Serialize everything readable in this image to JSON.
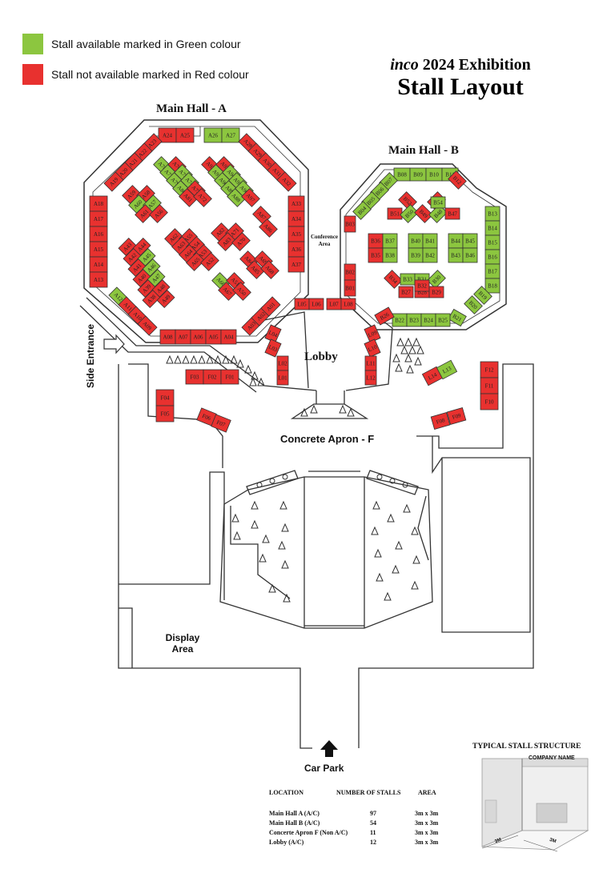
{
  "legend": [
    {
      "text": "Stall available marked in Green colour",
      "color": "#8cc63f"
    },
    {
      "text": "Stall not available marked in Red colour",
      "color": "#e8312f"
    }
  ],
  "title": {
    "brand": "inco",
    "year_text": "2024 Exhibition",
    "main": "Stall Layout"
  },
  "labels": {
    "hall_a": "Main Hall - A",
    "hall_b": "Main Hall - B",
    "conference": "Conference",
    "conference2": "Area",
    "lobby": "Lobby",
    "side_entrance": "Side Entrance",
    "apron": "Concrete Apron - F",
    "display": "Display",
    "display2": "Area",
    "car_park": "Car Park"
  },
  "colors": {
    "available": "#8cc63f",
    "unavailable": "#e8312f",
    "stroke": "#333333"
  },
  "stalls": [
    {
      "id": "A24",
      "s": "r"
    },
    {
      "id": "A25",
      "s": "r"
    },
    {
      "id": "A26",
      "s": "g"
    },
    {
      "id": "A27",
      "s": "g"
    },
    {
      "id": "A23",
      "s": "r"
    },
    {
      "id": "A22",
      "s": "r"
    },
    {
      "id": "A21",
      "s": "r"
    },
    {
      "id": "A20",
      "s": "r"
    },
    {
      "id": "A19",
      "s": "r"
    },
    {
      "id": "A28",
      "s": "r"
    },
    {
      "id": "A29",
      "s": "r"
    },
    {
      "id": "A30",
      "s": "r"
    },
    {
      "id": "A31",
      "s": "r"
    },
    {
      "id": "A32",
      "s": "r"
    },
    {
      "id": "A18",
      "s": "r"
    },
    {
      "id": "A17",
      "s": "r"
    },
    {
      "id": "A16",
      "s": "r"
    },
    {
      "id": "A15",
      "s": "r"
    },
    {
      "id": "A14",
      "s": "r"
    },
    {
      "id": "A13",
      "s": "r"
    },
    {
      "id": "A33",
      "s": "r"
    },
    {
      "id": "A34",
      "s": "r"
    },
    {
      "id": "A35",
      "s": "r"
    },
    {
      "id": "A36",
      "s": "r"
    },
    {
      "id": "A37",
      "s": "r"
    },
    {
      "id": "A12",
      "s": "g"
    },
    {
      "id": "A11",
      "s": "r"
    },
    {
      "id": "A10",
      "s": "r"
    },
    {
      "id": "A09",
      "s": "r"
    },
    {
      "id": "A08",
      "s": "r"
    },
    {
      "id": "A07",
      "s": "r"
    },
    {
      "id": "A06",
      "s": "r"
    },
    {
      "id": "A05",
      "s": "r"
    },
    {
      "id": "A04",
      "s": "r"
    },
    {
      "id": "A03",
      "s": "r"
    },
    {
      "id": "A02",
      "s": "r"
    },
    {
      "id": "A01",
      "s": "r"
    },
    {
      "id": "A78",
      "s": "g"
    },
    {
      "id": "A76",
      "s": "r"
    },
    {
      "id": "A77",
      "s": "g"
    },
    {
      "id": "A75",
      "s": "g"
    },
    {
      "id": "A79",
      "s": "g"
    },
    {
      "id": "A74",
      "s": "g"
    },
    {
      "id": "A80",
      "s": "g"
    },
    {
      "id": "A73",
      "s": "r"
    },
    {
      "id": "A81",
      "s": "r"
    },
    {
      "id": "A72",
      "s": "r"
    },
    {
      "id": "A92",
      "s": "r"
    },
    {
      "id": "A93",
      "s": "r"
    },
    {
      "id": "A91",
      "s": "g"
    },
    {
      "id": "A94",
      "s": "g"
    },
    {
      "id": "A90",
      "s": "g"
    },
    {
      "id": "A95",
      "s": "g"
    },
    {
      "id": "A89",
      "s": "g"
    },
    {
      "id": "A96",
      "s": "g"
    },
    {
      "id": "A88",
      "s": "g"
    },
    {
      "id": "A97",
      "s": "r"
    },
    {
      "id": "A87",
      "s": "r"
    },
    {
      "id": "A86",
      "s": "r"
    },
    {
      "id": "A59",
      "s": "r"
    },
    {
      "id": "A58",
      "s": "r"
    },
    {
      "id": "A60",
      "s": "g"
    },
    {
      "id": "A57",
      "s": "g"
    },
    {
      "id": "A61",
      "s": "r"
    },
    {
      "id": "A56",
      "s": "r"
    },
    {
      "id": "A62",
      "s": "r"
    },
    {
      "id": "A55",
      "s": "r"
    },
    {
      "id": "A63",
      "s": "r"
    },
    {
      "id": "A54",
      "s": "r"
    },
    {
      "id": "A64",
      "s": "r"
    },
    {
      "id": "A53",
      "s": "r"
    },
    {
      "id": "A65",
      "s": "r"
    },
    {
      "id": "A52",
      "s": "r"
    },
    {
      "id": "A82",
      "s": "r"
    },
    {
      "id": "A71",
      "s": "r"
    },
    {
      "id": "A83",
      "s": "r"
    },
    {
      "id": "A70",
      "s": "r"
    },
    {
      "id": "A43",
      "s": "r"
    },
    {
      "id": "A44",
      "s": "r"
    },
    {
      "id": "A42",
      "s": "r"
    },
    {
      "id": "A45",
      "s": "g"
    },
    {
      "id": "A41",
      "s": "r"
    },
    {
      "id": "A46",
      "s": "g"
    },
    {
      "id": "A40",
      "s": "r"
    },
    {
      "id": "A47",
      "s": "g"
    },
    {
      "id": "A39",
      "s": "r"
    },
    {
      "id": "A48",
      "s": "r"
    },
    {
      "id": "A38",
      "s": "r"
    },
    {
      "id": "A49",
      "s": "r"
    },
    {
      "id": "A84",
      "s": "r"
    },
    {
      "id": "A69",
      "s": "r"
    },
    {
      "id": "A85",
      "s": "r"
    },
    {
      "id": "A68",
      "s": "r"
    },
    {
      "id": "A66",
      "s": "g"
    },
    {
      "id": "A51",
      "s": "r"
    },
    {
      "id": "A67",
      "s": "r"
    },
    {
      "id": "A50",
      "s": "r"
    },
    {
      "id": "L05",
      "s": "r"
    },
    {
      "id": "L06",
      "s": "r"
    },
    {
      "id": "L07",
      "s": "r"
    },
    {
      "id": "L08",
      "s": "r"
    },
    {
      "id": "L04",
      "s": "r"
    },
    {
      "id": "L03",
      "s": "r"
    },
    {
      "id": "L02",
      "s": "r"
    },
    {
      "id": "L01",
      "s": "r"
    },
    {
      "id": "L09",
      "s": "r"
    },
    {
      "id": "L10",
      "s": "r"
    },
    {
      "id": "L11",
      "s": "r"
    },
    {
      "id": "L12",
      "s": "r"
    },
    {
      "id": "B08",
      "s": "g"
    },
    {
      "id": "B09",
      "s": "g"
    },
    {
      "id": "B10",
      "s": "g"
    },
    {
      "id": "B11",
      "s": "g"
    },
    {
      "id": "B12",
      "s": "r"
    },
    {
      "id": "B07",
      "s": "g"
    },
    {
      "id": "B06",
      "s": "g"
    },
    {
      "id": "B05",
      "s": "g"
    },
    {
      "id": "B04",
      "s": "g"
    },
    {
      "id": "B03",
      "s": "r"
    },
    {
      "id": "B02",
      "s": "r"
    },
    {
      "id": "B01",
      "s": "r"
    },
    {
      "id": "B13",
      "s": "g"
    },
    {
      "id": "B14",
      "s": "g"
    },
    {
      "id": "B15",
      "s": "g"
    },
    {
      "id": "B16",
      "s": "g"
    },
    {
      "id": "B17",
      "s": "g"
    },
    {
      "id": "B18",
      "s": "g"
    },
    {
      "id": "B19",
      "s": "g"
    },
    {
      "id": "B20",
      "s": "g"
    },
    {
      "id": "B21",
      "s": "g"
    },
    {
      "id": "B22",
      "s": "g"
    },
    {
      "id": "B23",
      "s": "g"
    },
    {
      "id": "B24",
      "s": "g"
    },
    {
      "id": "B25",
      "s": "g"
    },
    {
      "id": "B26",
      "s": "r"
    },
    {
      "id": "B52",
      "s": "r"
    },
    {
      "id": "B53",
      "s": "r"
    },
    {
      "id": "B51",
      "s": "r"
    },
    {
      "id": "B50",
      "s": "g"
    },
    {
      "id": "B49",
      "s": "r"
    },
    {
      "id": "B48",
      "s": "g"
    },
    {
      "id": "B54",
      "s": "g"
    },
    {
      "id": "B47",
      "s": "r"
    },
    {
      "id": "B36",
      "s": "r"
    },
    {
      "id": "B37",
      "s": "g"
    },
    {
      "id": "B35",
      "s": "r"
    },
    {
      "id": "B38",
      "s": "g"
    },
    {
      "id": "B40",
      "s": "g"
    },
    {
      "id": "B41",
      "s": "g"
    },
    {
      "id": "B39",
      "s": "g"
    },
    {
      "id": "B42",
      "s": "g"
    },
    {
      "id": "B44",
      "s": "g"
    },
    {
      "id": "B45",
      "s": "g"
    },
    {
      "id": "B43",
      "s": "g"
    },
    {
      "id": "B46",
      "s": "g"
    },
    {
      "id": "B34",
      "s": "r"
    },
    {
      "id": "B33",
      "s": "g"
    },
    {
      "id": "B31",
      "s": "g"
    },
    {
      "id": "B30",
      "s": "g"
    },
    {
      "id": "B27",
      "s": "r"
    },
    {
      "id": "B28",
      "s": "r"
    },
    {
      "id": "B32",
      "s": "r"
    },
    {
      "id": "B29",
      "s": "r"
    },
    {
      "id": "F03",
      "s": "r"
    },
    {
      "id": "F02",
      "s": "r"
    },
    {
      "id": "F01",
      "s": "r"
    },
    {
      "id": "F04",
      "s": "r"
    },
    {
      "id": "F05",
      "s": "r"
    },
    {
      "id": "F06",
      "s": "r"
    },
    {
      "id": "F07",
      "s": "r"
    },
    {
      "id": "F12",
      "s": "r"
    },
    {
      "id": "F11",
      "s": "r"
    },
    {
      "id": "F10",
      "s": "r"
    },
    {
      "id": "F08",
      "s": "r"
    },
    {
      "id": "F09",
      "s": "r"
    },
    {
      "id": "L14",
      "s": "r"
    },
    {
      "id": "L13",
      "s": "g"
    }
  ],
  "table": {
    "headers": [
      "LOCATION",
      "NUMBER OF STALLS",
      "AREA"
    ],
    "rows": [
      [
        "Main Hall A  (A/C)",
        "97",
        "3m x 3m"
      ],
      [
        "Main Hall B  (A/C)",
        "54",
        "3m x 3m"
      ],
      [
        "Concerte Apron F (Non A/C)",
        "11",
        "3m x 3m"
      ],
      [
        "Lobby (A/C)",
        "12",
        "3m x 3m"
      ]
    ]
  },
  "typical": {
    "title": "TYPICAL STALL STRUCTURE",
    "company": "COMPANY NAME",
    "dim1": "3M",
    "dim2": "3M"
  }
}
